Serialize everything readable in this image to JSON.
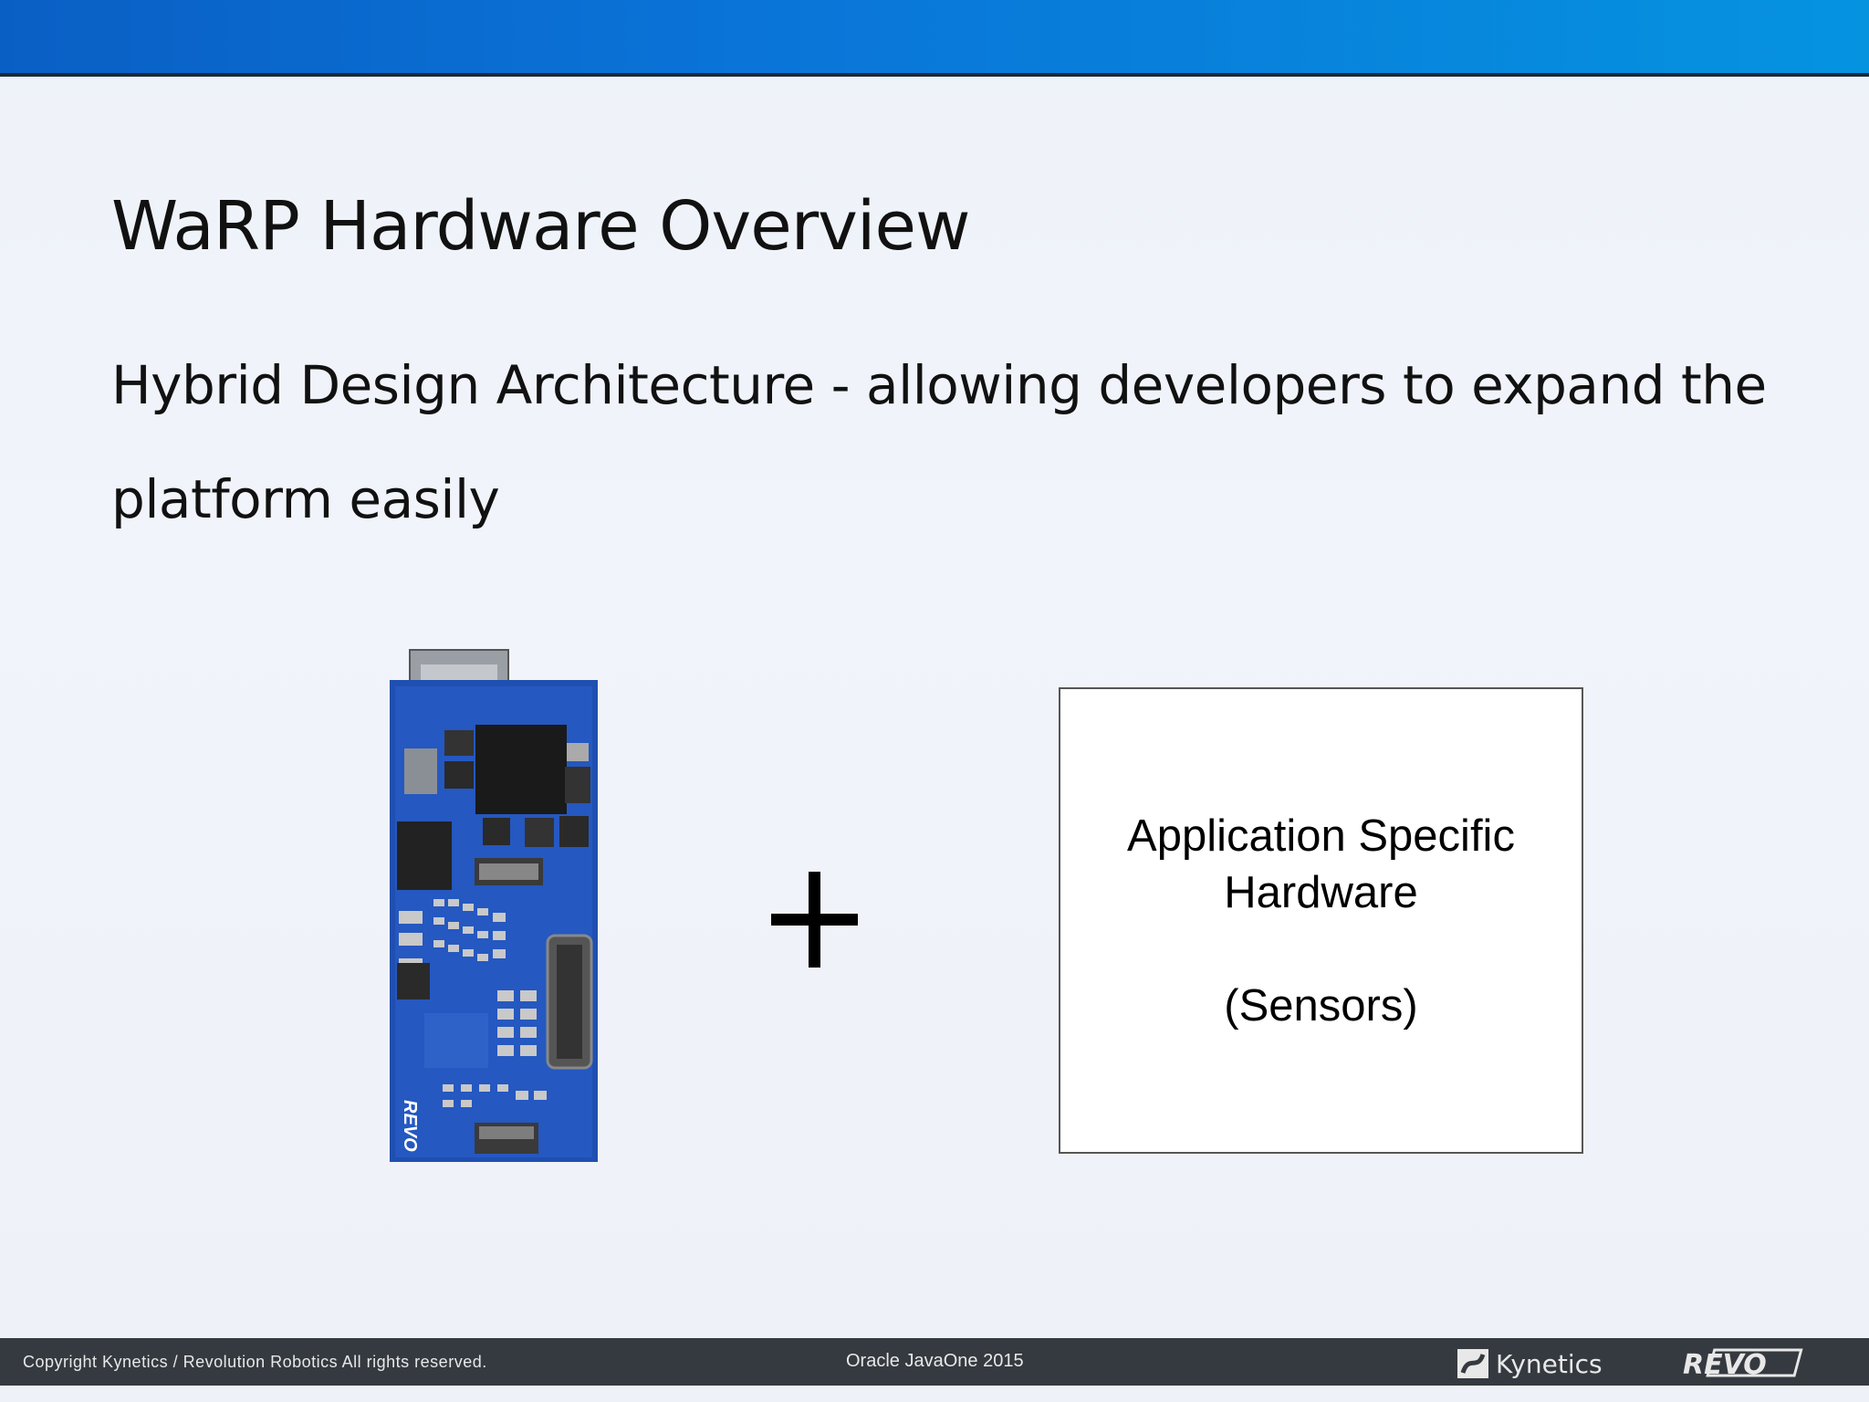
{
  "slide": {
    "title": "WaRP Hardware Overview",
    "subtitle": "Hybrid Design Architecture - allowing developers to expand the platform easily",
    "box": {
      "line1": "Application Specific",
      "line2": "Hardware",
      "line3": "(Sensors)"
    },
    "board_label": "REVO"
  },
  "footer": {
    "copyright": "Copyright Kynetics / Revolution Robotics All rights reserved.",
    "event": "Oracle JavaOne 2015",
    "logo_kynetics": "Kynetics",
    "logo_revo": "REVO"
  },
  "colors": {
    "topbar": "#0a74d8",
    "footer": "#353a40",
    "board_blue": "#1f4fb0"
  }
}
